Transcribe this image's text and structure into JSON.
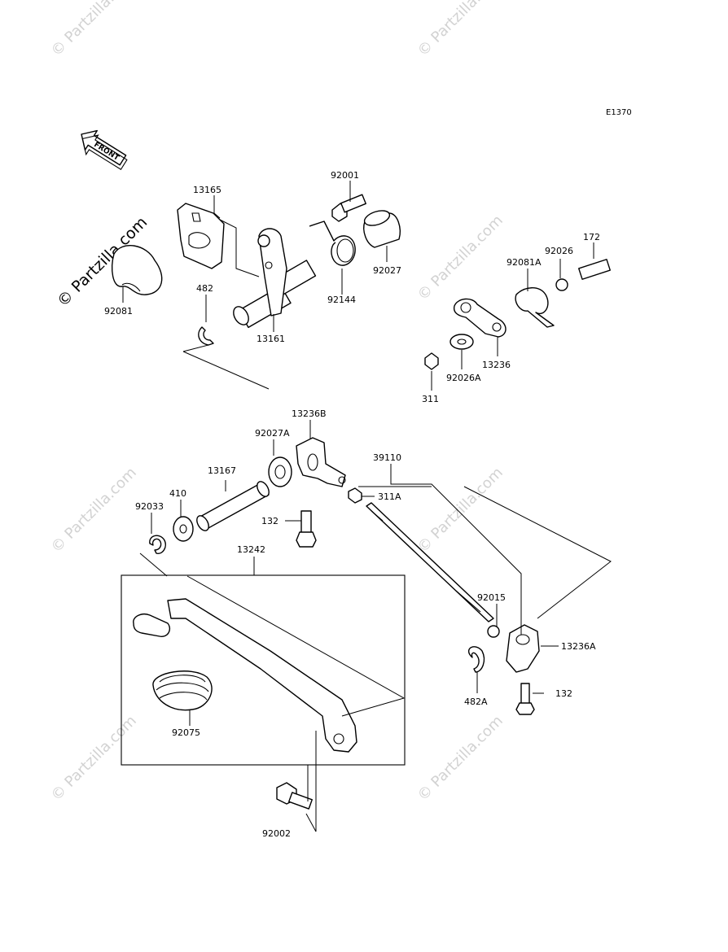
{
  "diagram_code": "E1370",
  "front_label": "FRONT",
  "watermark": "© Partzilla.com",
  "parts": [
    {
      "id": "p13165",
      "label": "13165"
    },
    {
      "id": "p92001",
      "label": "92001"
    },
    {
      "id": "p92081",
      "label": "92081"
    },
    {
      "id": "p482",
      "label": "482"
    },
    {
      "id": "p13161",
      "label": "13161"
    },
    {
      "id": "p92144",
      "label": "92144"
    },
    {
      "id": "p92027",
      "label": "92027"
    },
    {
      "id": "p172",
      "label": "172"
    },
    {
      "id": "p92026",
      "label": "92026"
    },
    {
      "id": "p92081A",
      "label": "92081A"
    },
    {
      "id": "p13236",
      "label": "13236"
    },
    {
      "id": "p92026A",
      "label": "92026A"
    },
    {
      "id": "p311",
      "label": "311"
    },
    {
      "id": "p13236B",
      "label": "13236B"
    },
    {
      "id": "p92027A",
      "label": "92027A"
    },
    {
      "id": "p39110",
      "label": "39110"
    },
    {
      "id": "p13167",
      "label": "13167"
    },
    {
      "id": "p410",
      "label": "410"
    },
    {
      "id": "p92033",
      "label": "92033"
    },
    {
      "id": "p311A",
      "label": "311A"
    },
    {
      "id": "p132a",
      "label": "132"
    },
    {
      "id": "p13242",
      "label": "13242"
    },
    {
      "id": "p92015",
      "label": "92015"
    },
    {
      "id": "p13236A",
      "label": "13236A"
    },
    {
      "id": "p132b",
      "label": "132"
    },
    {
      "id": "p482A",
      "label": "482A"
    },
    {
      "id": "p92075",
      "label": "92075"
    },
    {
      "id": "p92002",
      "label": "92002"
    }
  ]
}
